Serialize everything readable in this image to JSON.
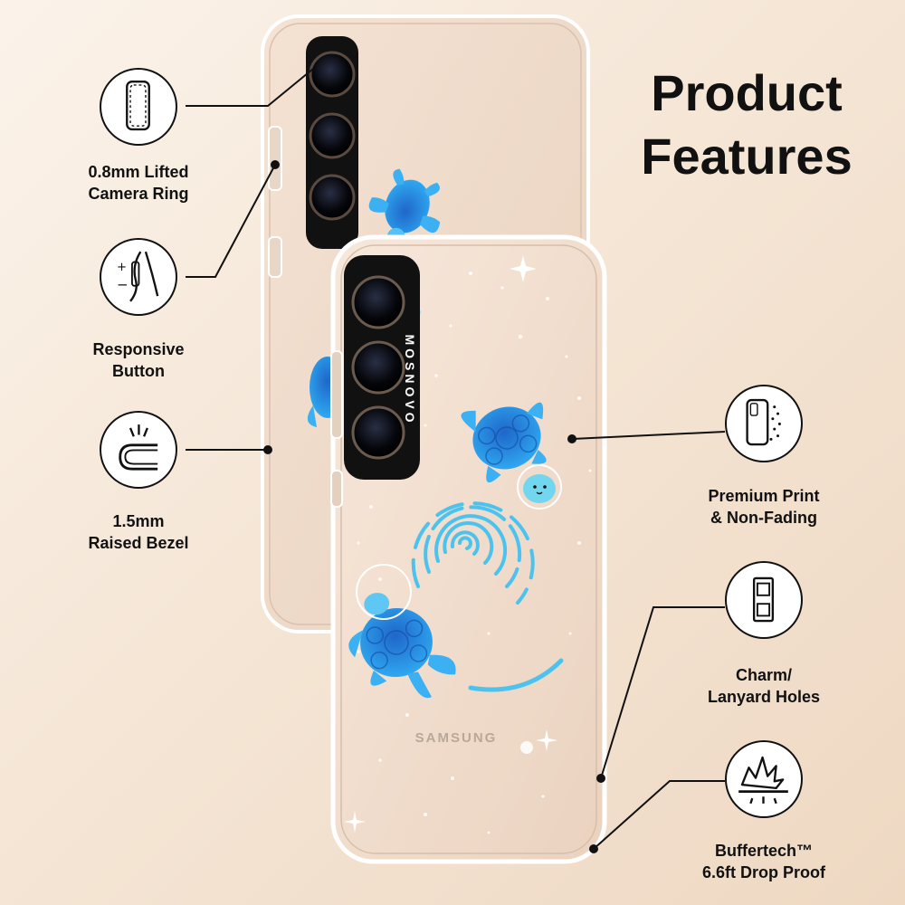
{
  "heading": {
    "line1": "Product",
    "line2": "Features"
  },
  "brand": {
    "ring": "MOSNOVO",
    "phone": "SAMSUNG"
  },
  "features": {
    "camera_ring": {
      "line1": "0.8mm Lifted",
      "line2": "Camera Ring",
      "icon": "camera-ring-icon"
    },
    "button": {
      "line1": "Responsive",
      "line2": "Button",
      "icon": "button-icon"
    },
    "bezel": {
      "line1": "1.5mm",
      "line2": "Raised Bezel",
      "icon": "bezel-icon"
    },
    "print": {
      "line1": "Premium Print",
      "line2": "& Non-Fading",
      "icon": "print-icon"
    },
    "holes": {
      "line1": "Charm/",
      "line2": "Lanyard Holes",
      "icon": "lanyard-holes-icon"
    },
    "drop": {
      "line1": "Buffertech™",
      "line2": "6.6ft Drop Proof",
      "icon": "shock-icon"
    }
  },
  "colors": {
    "background": "#f5e6d6",
    "text": "#111111",
    "turtle_blue": "#2f8fe6",
    "camera_ring": "#111111"
  }
}
